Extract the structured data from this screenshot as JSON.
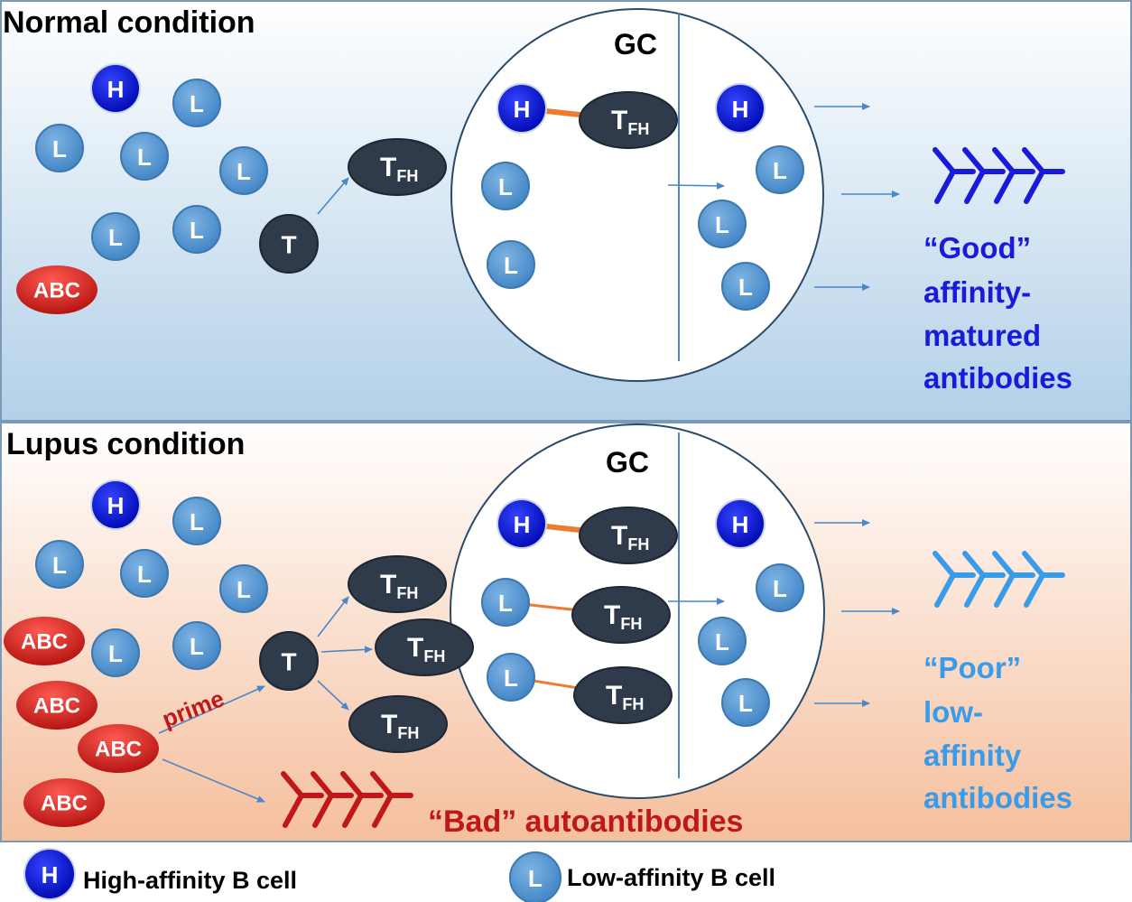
{
  "normal": {
    "title": "Normal condition",
    "gc_label": "GC",
    "outcome_lines": [
      "“Good”",
      "affinity-",
      "matured",
      "antibodies"
    ],
    "outcome_color": "#1a1adc"
  },
  "lupus": {
    "title": "Lupus condition",
    "gc_label": "GC",
    "outcome_lines": [
      "“Poor”",
      "low-",
      "affinity",
      "antibodies"
    ],
    "outcome_color": "#3a9be8",
    "prime_label": "prime",
    "bad_label": "“Bad” autoantibodies",
    "bad_color": "#c01818"
  },
  "cells": {
    "high": "H",
    "low": "L",
    "t": "T",
    "tfh_main": "T",
    "tfh_sub": "FH",
    "abc": "ABC"
  },
  "legend": {
    "high_label": "High-affinity B cell",
    "low_label": "Low-affinity B cell"
  },
  "colors": {
    "high_cell": "#0a12d8",
    "low_cell": "#5b9bd5",
    "t_cell": "#2f3a4a",
    "abc_cell": "#c8201e",
    "arrow": "#4a86c8",
    "link": "#ec7d30"
  }
}
